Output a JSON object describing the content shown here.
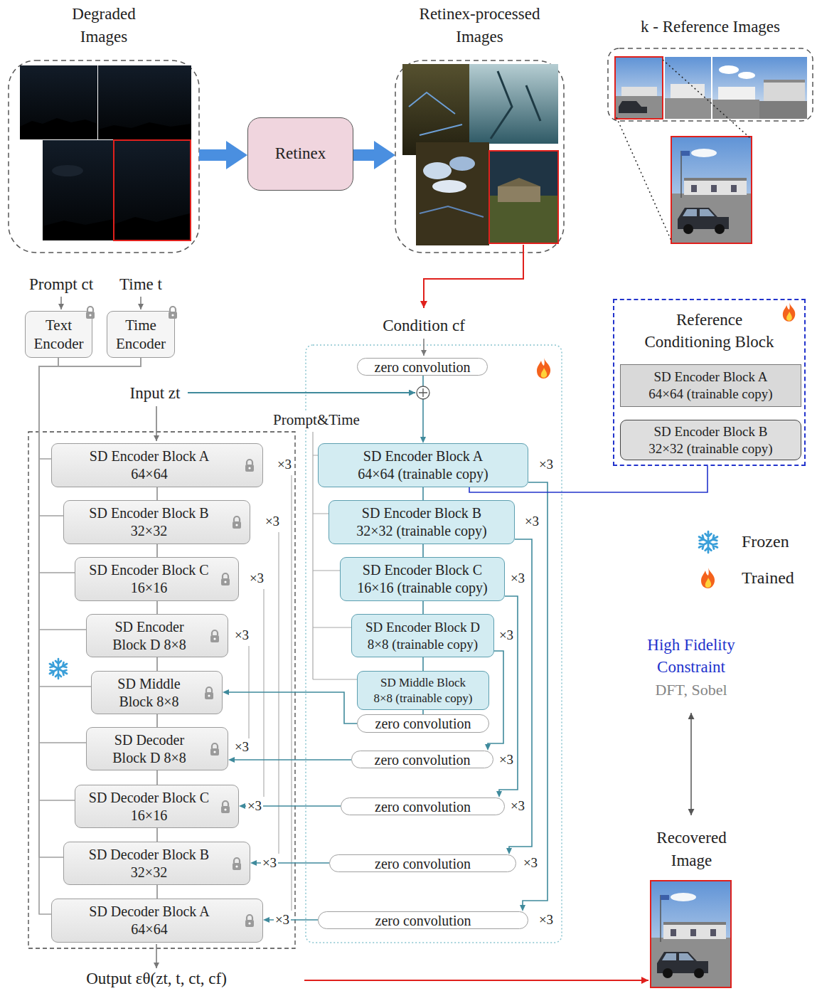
{
  "diagram": {
    "nodes": [
      {
        "text": [
          "Degraded Images"
        ]
      },
      {
        "text": [
          "Retinex"
        ]
      },
      {
        "text": [
          "Retinex-processed Images"
        ]
      },
      {
        "text": [
          "k - Reference Images"
        ]
      },
      {
        "text": [
          "Text Encoder"
        ]
      },
      {
        "text": [
          "Time Encoder"
        ]
      },
      {
        "text": [
          "zero convolution"
        ]
      },
      {
        "text": [
          "SD Encoder Block A",
          "64×64"
        ]
      },
      {
        "text": [
          "SD Encoder Block B",
          "32×32"
        ]
      },
      {
        "text": [
          "SD Encoder Block C",
          "16×16"
        ]
      },
      {
        "text": [
          "SD Encoder",
          "Block D 8×8"
        ]
      },
      {
        "text": [
          "SD Middle",
          "Block 8×8"
        ]
      },
      {
        "text": [
          "SD Decoder",
          "Block D 8×8"
        ]
      },
      {
        "text": [
          "SD Decoder Block C",
          "16×16"
        ]
      },
      {
        "text": [
          "SD Decoder Block B",
          "32×32"
        ]
      },
      {
        "text": [
          "SD Decoder Block A",
          "64×64"
        ]
      },
      {
        "text": [
          "SD Encoder Block A",
          "64×64 (trainable copy)"
        ]
      },
      {
        "text": [
          "SD Encoder Block B",
          "32×32 (trainable copy)"
        ]
      },
      {
        "text": [
          "SD Encoder Block C",
          "16×16 (trainable copy)"
        ]
      },
      {
        "text": [
          "SD Encoder Block D",
          "8×8 (trainable copy)"
        ]
      },
      {
        "text": [
          "SD Middle Block",
          "8×8 (trainable copy)"
        ]
      },
      {
        "text": [
          "zero convolution"
        ]
      },
      {
        "text": [
          "zero convolution"
        ]
      },
      {
        "text": [
          "zero convolution"
        ]
      },
      {
        "text": [
          "zero convolution"
        ]
      },
      {
        "text": [
          "zero convolution"
        ]
      },
      {
        "text": [
          "Reference Conditioning Block"
        ]
      },
      {
        "text": [
          "SD Encoder Block A",
          "64×64 (trainable copy)"
        ],
        "in": 26
      },
      {
        "text": [
          "SD Encoder Block B",
          "32×32 (trainable copy)"
        ],
        "in": 26
      },
      {
        "text": [
          "Recovered Image"
        ]
      }
    ],
    "edges": [
      {
        "from": 0,
        "to": 1,
        "arrow": "to"
      },
      {
        "from": 1,
        "to": 2,
        "arrow": "to"
      },
      {
        "from": 6,
        "to": 16,
        "arrow": "to"
      },
      {
        "from": 7,
        "to": 8,
        "arrow": "none"
      },
      {
        "from": 8,
        "to": 9,
        "arrow": "none"
      },
      {
        "from": 9,
        "to": 10,
        "arrow": "none"
      },
      {
        "from": 10,
        "to": 11,
        "arrow": "none"
      },
      {
        "from": 11,
        "to": 12,
        "arrow": "none"
      },
      {
        "from": 12,
        "to": 13,
        "arrow": "none"
      },
      {
        "from": 13,
        "to": 14,
        "arrow": "none"
      },
      {
        "from": 14,
        "to": 15,
        "arrow": "none"
      },
      {
        "from": 16,
        "to": 17,
        "arrow": "none"
      },
      {
        "from": 17,
        "to": 18,
        "arrow": "none"
      },
      {
        "from": 18,
        "to": 19,
        "arrow": "none"
      },
      {
        "from": 19,
        "to": 20,
        "arrow": "none"
      },
      {
        "from": 20,
        "to": 21,
        "arrow": "none"
      },
      {
        "from": 21,
        "to": 11,
        "arrow": "to"
      },
      {
        "from": 16,
        "to": 25,
        "arrow": "to"
      },
      {
        "from": 17,
        "to": 24,
        "arrow": "to"
      },
      {
        "from": 18,
        "to": 23,
        "arrow": "to"
      },
      {
        "from": 19,
        "to": 22,
        "arrow": "to"
      },
      {
        "from": 22,
        "to": 12,
        "arrow": "to"
      },
      {
        "from": 23,
        "to": 13,
        "arrow": "to"
      },
      {
        "from": 24,
        "to": 14,
        "arrow": "to"
      },
      {
        "from": 25,
        "to": 15,
        "arrow": "to"
      },
      {
        "from": 16,
        "to": 26,
        "arrow": "none"
      },
      {
        "from": 4,
        "to": 7,
        "arrow": "none"
      },
      {
        "from": 4,
        "to": 8,
        "arrow": "none"
      },
      {
        "from": 4,
        "to": 9,
        "arrow": "none"
      },
      {
        "from": 4,
        "to": 10,
        "arrow": "none"
      },
      {
        "from": 4,
        "to": 11,
        "arrow": "none"
      },
      {
        "from": 4,
        "to": 12,
        "arrow": "none"
      },
      {
        "from": 4,
        "to": 13,
        "arrow": "none"
      },
      {
        "from": 4,
        "to": 14,
        "arrow": "none"
      },
      {
        "from": 4,
        "to": 15,
        "arrow": "none"
      },
      {
        "from": 5,
        "to": 7,
        "arrow": "none"
      },
      {
        "from": 5,
        "to": 8,
        "arrow": "none"
      },
      {
        "from": 5,
        "to": 9,
        "arrow": "none"
      },
      {
        "from": 5,
        "to": 10,
        "arrow": "none"
      },
      {
        "from": 5,
        "to": 11,
        "arrow": "none"
      },
      {
        "from": 5,
        "to": 12,
        "arrow": "none"
      },
      {
        "from": 5,
        "to": 13,
        "arrow": "none"
      },
      {
        "from": 5,
        "to": 14,
        "arrow": "none"
      },
      {
        "from": 5,
        "to": 15,
        "arrow": "none"
      }
    ],
    "labels": [
      "Prompt ct",
      "Time t",
      "Condition cf",
      "Input zt",
      "Prompt&Time",
      "×3",
      "×3",
      "×3",
      "×3",
      "×3",
      "×3",
      "×3",
      "×3",
      "×3",
      "×3",
      "×3",
      "×3",
      "×3",
      "×3",
      "×3",
      "×3",
      "High Fidelity Constraint",
      "DFT, Sobel",
      "Output εθ(zt, t, ct, cf)"
    ],
    "legend": [
      {
        "text": "Frozen"
      },
      {
        "text": "Trained"
      }
    ]
  }
}
